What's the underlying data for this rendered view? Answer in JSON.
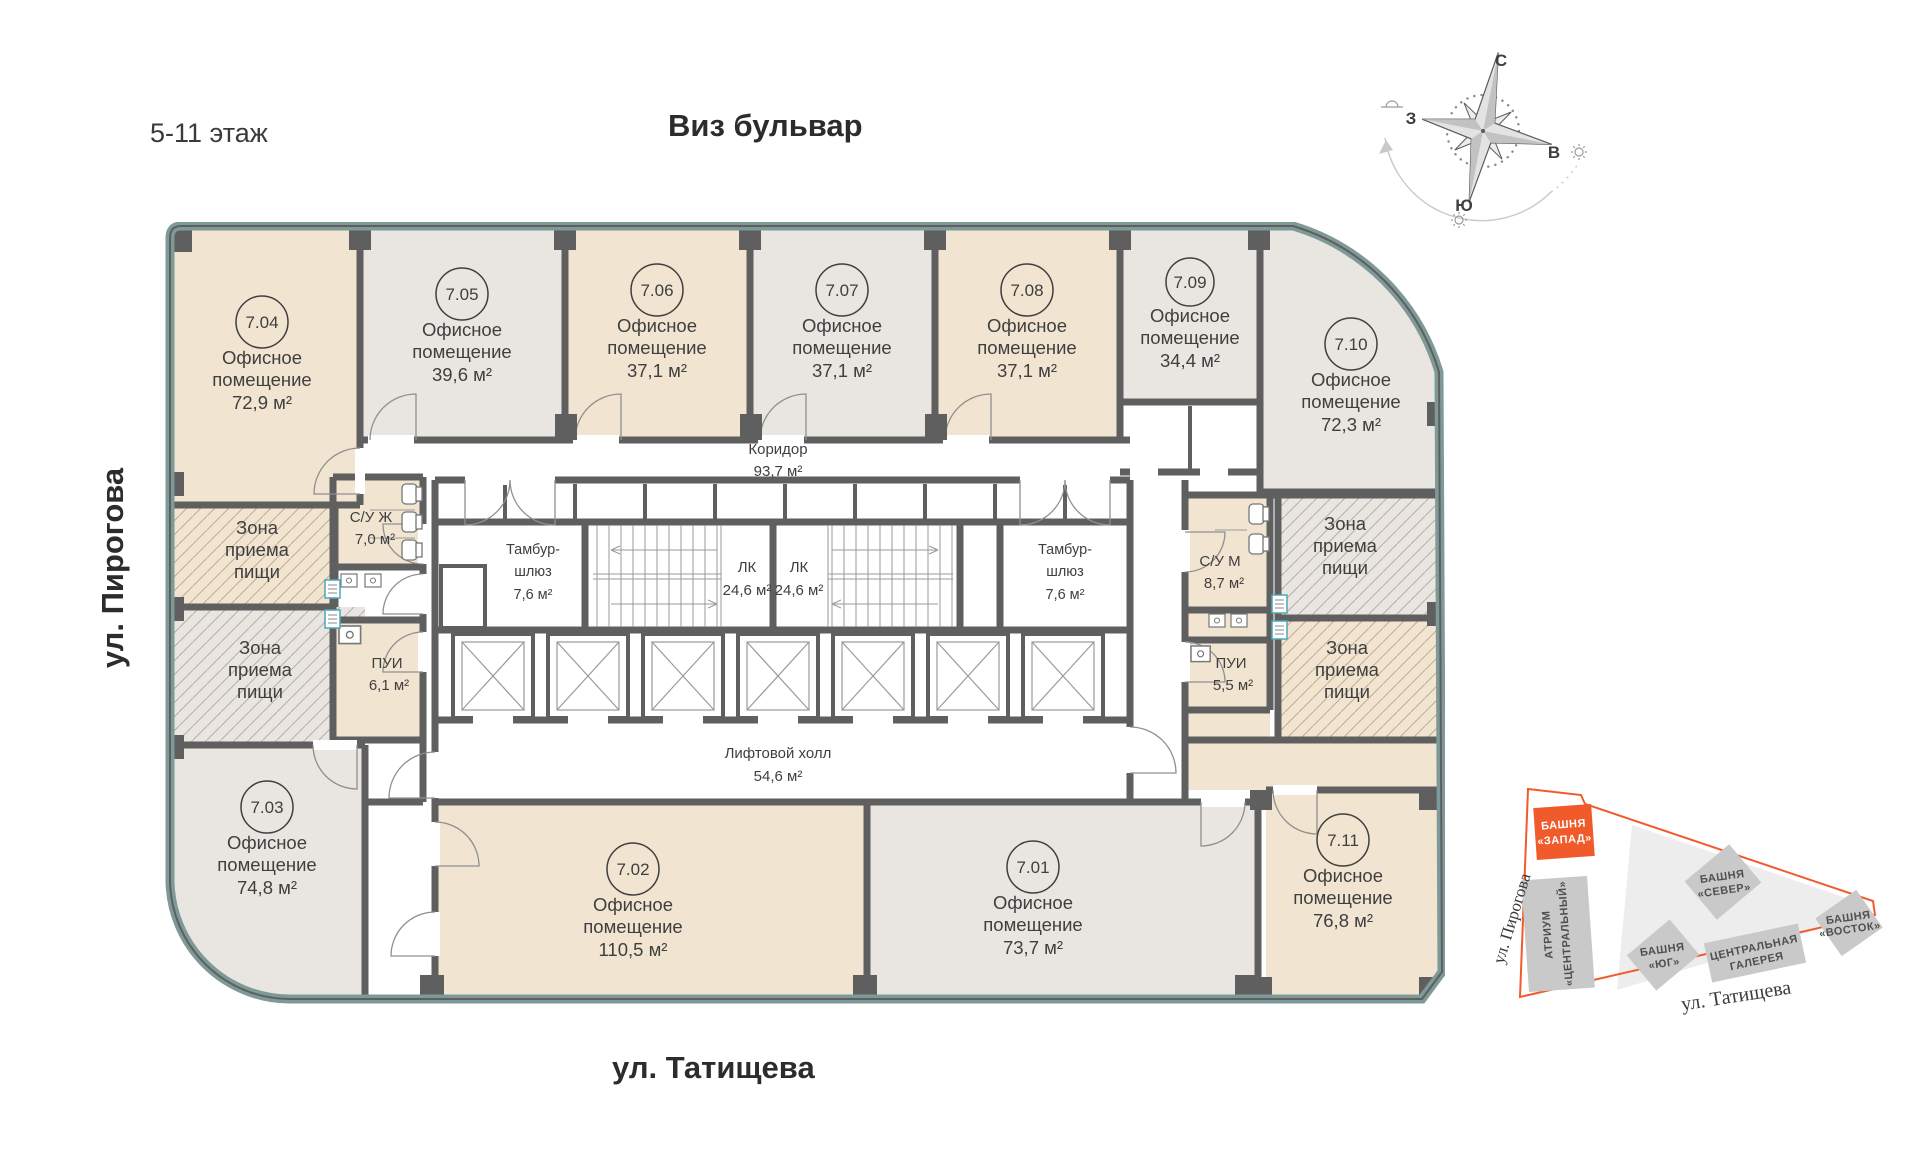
{
  "page": {
    "floor_label": "5-11 этаж",
    "boulevard_top": "Виз бульвар",
    "street_left": "ул. Пирогова",
    "street_bottom": "ул. Татищева"
  },
  "compass": {
    "north": "С",
    "east": "В",
    "south": "Ю",
    "west": "З"
  },
  "shared": {
    "office_line1": "Офисное",
    "office_line2": "помещение",
    "zone_line1": "Зона",
    "zone_line2": "приема",
    "zone_line3": "пищи"
  },
  "rooms": {
    "r701": {
      "number": "7.01",
      "area": "73,7 м²"
    },
    "r702": {
      "number": "7.02",
      "area": "110,5 м²"
    },
    "r703": {
      "number": "7.03",
      "area": "74,8 м²"
    },
    "r704": {
      "number": "7.04",
      "area": "72,9 м²"
    },
    "r705": {
      "number": "7.05",
      "area": "39,6 м²"
    },
    "r706": {
      "number": "7.06",
      "area": "37,1 м²"
    },
    "r707": {
      "number": "7.07",
      "area": "37,1 м²"
    },
    "r708": {
      "number": "7.08",
      "area": "37,1 м²"
    },
    "r709": {
      "number": "7.09",
      "area": "34,4 м²"
    },
    "r710": {
      "number": "7.10",
      "area": "72,3 м²"
    },
    "r711": {
      "number": "7.11",
      "area": "76,8 м²"
    }
  },
  "core": {
    "corridor_name": "Коридор",
    "corridor_area": "93,7 м²",
    "lift_hall_name": "Лифтовой холл",
    "lift_hall_area": "54,6 м²",
    "stair_name": "ЛК",
    "stair_area": "24,6 м²",
    "tambour_line1": "Тамбур-",
    "tambour_line2": "шлюз",
    "tambour_area": "7,6 м²",
    "wc_women_name": "С/У Ж",
    "wc_women_area": "7,0 м²",
    "wc_men_name": "С/У М",
    "wc_men_area": "8,7 м²",
    "pui_name": "ПУИ",
    "pui_left_area": "6,1 м²",
    "pui_right_area": "5,5 м²"
  },
  "minimap": {
    "street_left": "ул. Пирогова",
    "street_bottom": "ул. Татищева",
    "towers": [
      {
        "line1": "БАШНЯ",
        "line2": "«ЗАПАД»",
        "highlighted": true
      },
      {
        "line1": "АТРИУМ",
        "line2": "«ЦЕНТРАЛЬНЫЙ»",
        "highlighted": false
      },
      {
        "line1": "БАШНЯ",
        "line2": "«СЕВЕР»",
        "highlighted": false
      },
      {
        "line1": "БАШНЯ",
        "line2": "«ЮГ»",
        "highlighted": false
      },
      {
        "line1": "ЦЕНТРАЛЬНАЯ",
        "line2": "ГАЛЕРЕЯ",
        "highlighted": false
      },
      {
        "line1": "БАШНЯ",
        "line2": "«ВОСТОК»",
        "highlighted": false
      }
    ]
  },
  "colors": {
    "beige": "#f1e4d1",
    "gray": "#e9e5e0",
    "wall": "#5f5f5f",
    "outer_wall": "#7e9a98",
    "accent_orange": "#f15b2b",
    "text": "#3d3d3d"
  }
}
